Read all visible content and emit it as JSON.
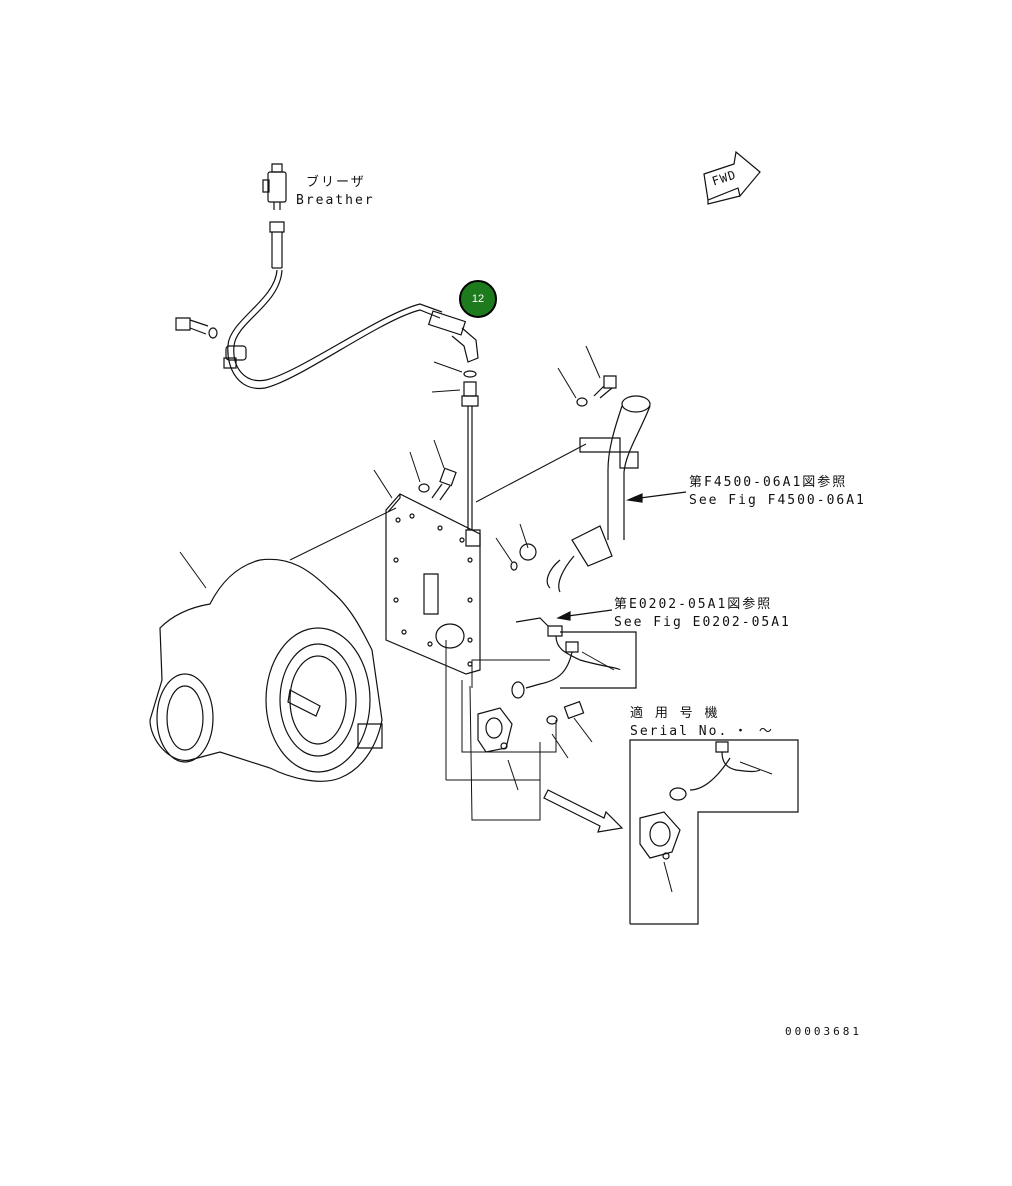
{
  "breather": {
    "label_jp": "ブリーザ",
    "label_en": "Breather"
  },
  "callout": {
    "number": "12",
    "color": "#1d7a1d"
  },
  "fwd": {
    "label": "FWD"
  },
  "refs": [
    {
      "jp": "第F4500-06A1図参照",
      "en": "See Fig F4500-06A1"
    },
    {
      "jp": "第E0202-05A1図参照",
      "en": "See Fig E0202-05A1"
    }
  ],
  "serial": {
    "label_jp": "適 用 号 機",
    "label_en": "Serial No.",
    "range": "・ ～"
  },
  "document_number": "00003681",
  "icons": [
    "breather-icon",
    "fwd-arrow-icon",
    "direction-arrow-icon"
  ]
}
